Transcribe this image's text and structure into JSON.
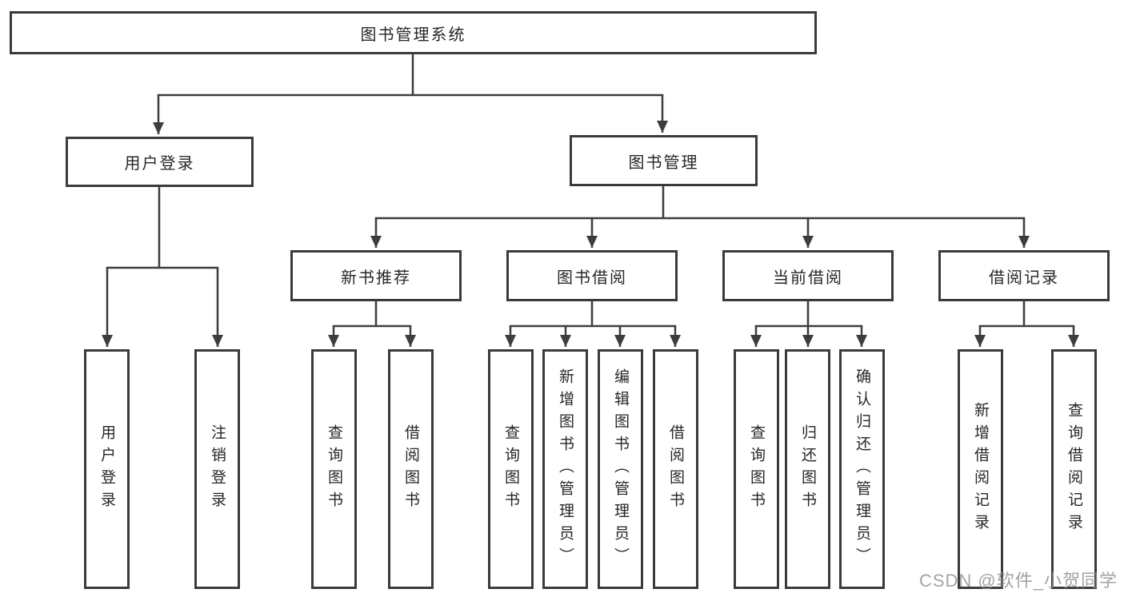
{
  "diagram": {
    "title": "图书管理系统",
    "level2": [
      {
        "label": "用户登录"
      },
      {
        "label": "图书管理"
      }
    ],
    "level3": [
      {
        "label": "新书推荐"
      },
      {
        "label": "图书借阅"
      },
      {
        "label": "当前借阅"
      },
      {
        "label": "借阅记录"
      }
    ],
    "leaves": {
      "user_login": [
        {
          "label": "用户登录"
        },
        {
          "label": "注销登录"
        }
      ],
      "recommend": [
        {
          "label": "查询图书"
        },
        {
          "label": "借阅图书"
        }
      ],
      "borrow": [
        {
          "label": "查询图书"
        },
        {
          "label": "新增图书（管理员）"
        },
        {
          "label": "编辑图书（管理员）"
        },
        {
          "label": "借阅图书"
        }
      ],
      "current": [
        {
          "label": "查询图书"
        },
        {
          "label": "归还图书"
        },
        {
          "label": "确认归还（管理员）"
        }
      ],
      "records": [
        {
          "label": "新增借阅记录"
        },
        {
          "label": "查询借阅记录"
        }
      ]
    },
    "watermark": "CSDN @软件_小贺同学",
    "colors": {
      "line": "#3d3d3d",
      "box_border": "#3b3b3b",
      "text": "#262626",
      "watermark": "#8c8c8c",
      "background": "#ffffff"
    }
  }
}
